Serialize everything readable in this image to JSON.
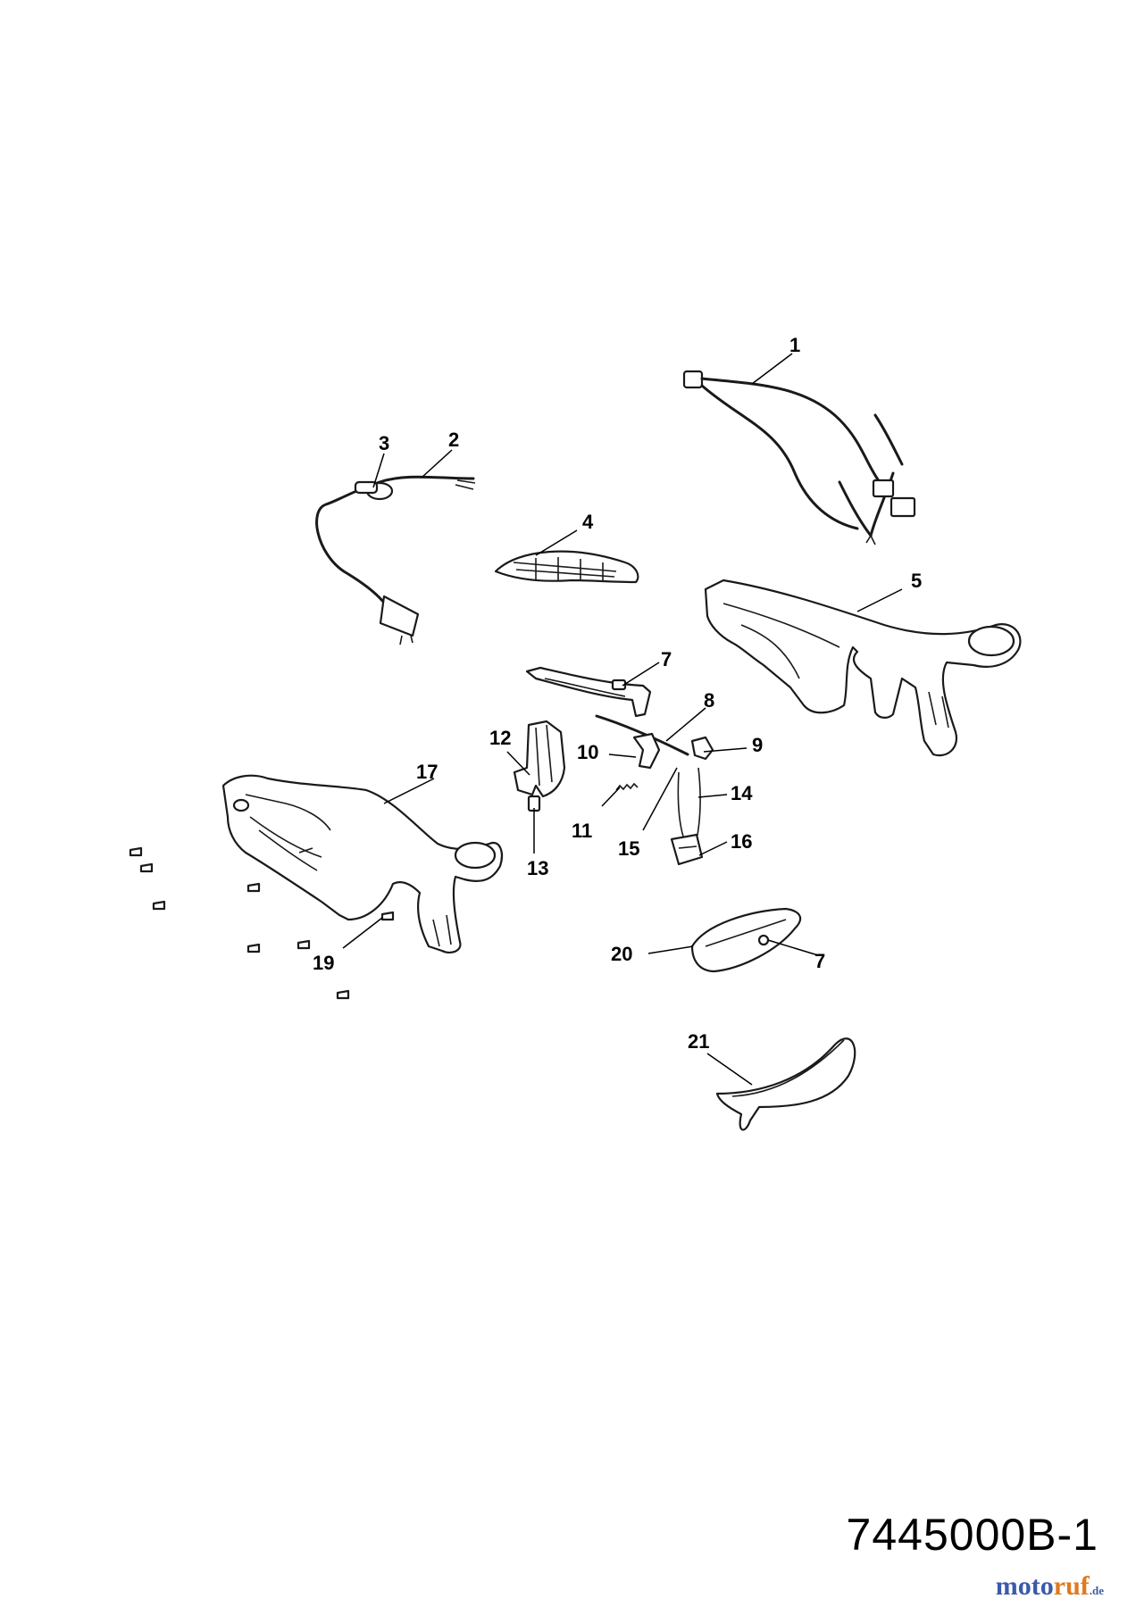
{
  "diagram": {
    "code": "7445000B-1",
    "watermark": {
      "main": "moto",
      "accent": "ruf",
      "suffix": ".de"
    },
    "callouts": {
      "c1": "1",
      "c2": "2",
      "c3": "3",
      "c4": "4",
      "c5": "5",
      "c7a": "7",
      "c7b": "7",
      "c8": "8",
      "c9": "9",
      "c10": "10",
      "c11": "11",
      "c12": "12",
      "c13": "13",
      "c14": "14",
      "c15": "15",
      "c16": "16",
      "c17": "17",
      "c19": "19",
      "c20": "20",
      "c21": "21"
    }
  }
}
